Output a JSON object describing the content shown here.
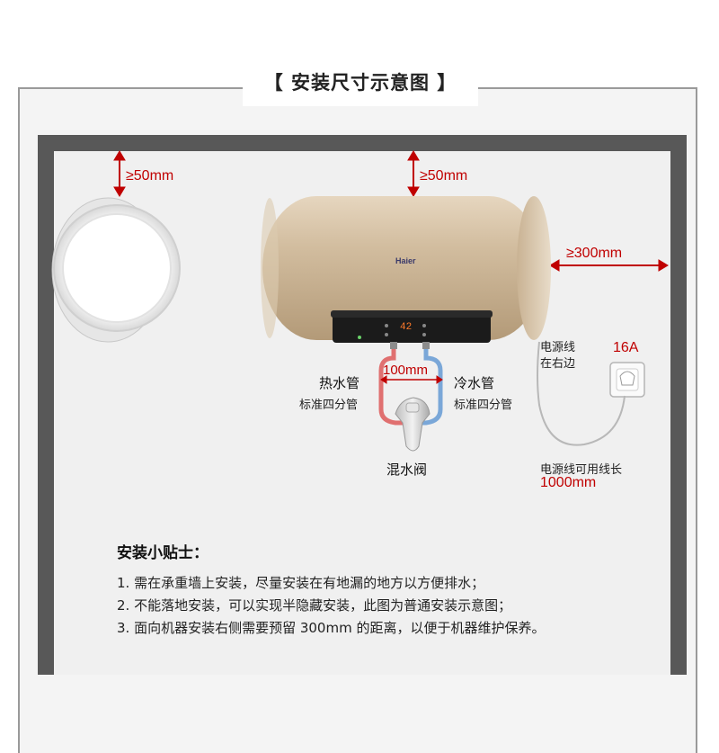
{
  "title": "【 安装尺寸示意图 】",
  "dimensions": {
    "top_clearance_left": "≥50mm",
    "top_clearance_heater": "≥50mm",
    "right_clearance": "≥300mm",
    "pipe_spacing": "100mm"
  },
  "heater": {
    "brand": "Haier",
    "display_value": "42"
  },
  "labels": {
    "hot_pipe": "热水管",
    "hot_pipe_sub": "标准四分管",
    "cold_pipe": "冷水管",
    "cold_pipe_sub": "标准四分管",
    "mixer_valve": "混水阀",
    "power_cord_side_line1": "电源线",
    "power_cord_side_line2": "在右边",
    "socket_rating": "16A",
    "cord_length_label": "电源线可用线长",
    "cord_length_value": "1000mm"
  },
  "tips": {
    "heading": "安装小贴士：",
    "items": [
      "1. 需在承重墙上安装，尽量安装在有地漏的地方以方便排水；",
      "2. 不能落地安装，可以实现半隐藏安装，此图为普通安装示意图；",
      "3. 面向机器安装右侧需要预留 300mm 的距离，以便于机器维护保养。"
    ]
  },
  "colors": {
    "dimension_red": "#c00000",
    "wall_dark": "#585858",
    "heater_gold": "#cdb89a",
    "hot_pipe": "#e07070",
    "cold_pipe": "#7aa7d8"
  }
}
